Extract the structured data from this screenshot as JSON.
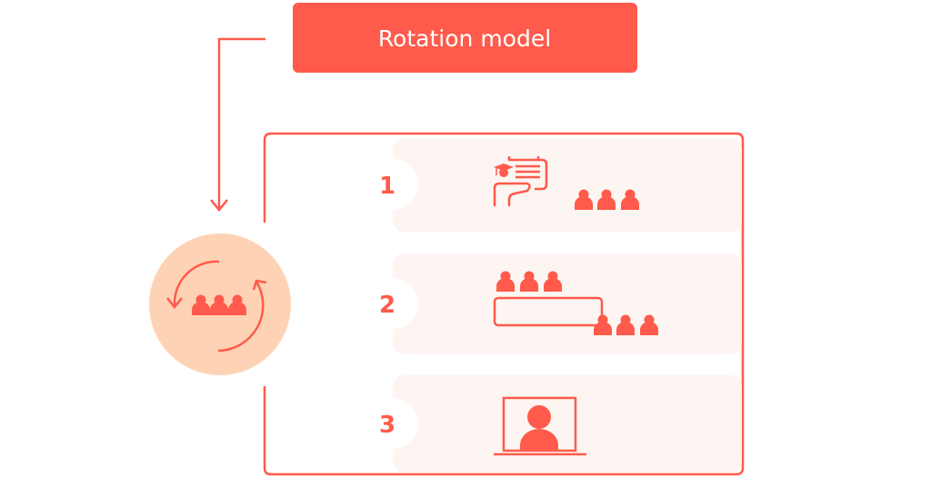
{
  "title": "Rotation model",
  "steps": [
    {
      "number": "1",
      "icon": "teacher-with-board-and-group-icon"
    },
    {
      "number": "2",
      "icon": "group-rotation-table-icon"
    },
    {
      "number": "3",
      "icon": "online-learner-monitor-icon"
    }
  ],
  "colors": {
    "accent": "#ff5a4b",
    "panel": "#fcf5f1",
    "circle": "#fed3b5"
  }
}
